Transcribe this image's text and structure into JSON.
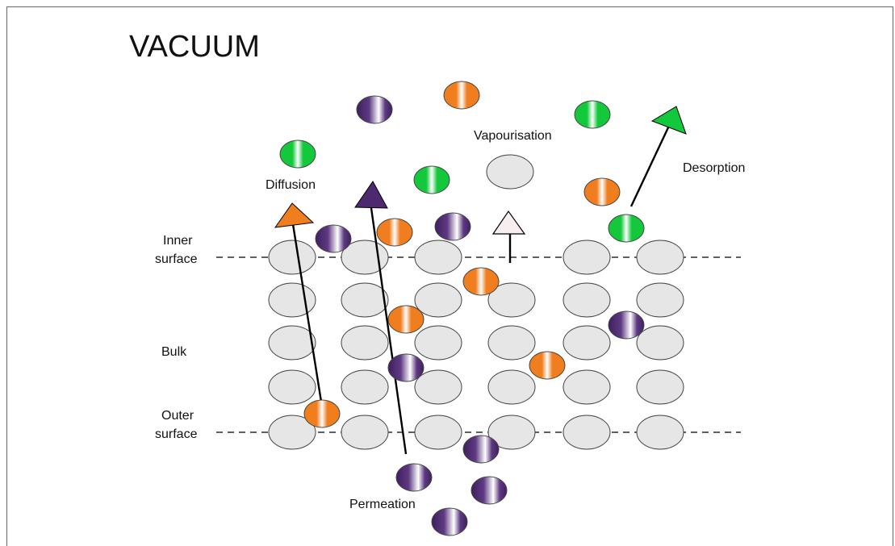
{
  "title": "VACUUM",
  "labels": {
    "inner_surface_line1": "Inner",
    "inner_surface_line2": "surface",
    "bulk": "Bulk",
    "outer_surface_line1": "Outer",
    "outer_surface_line2": "surface",
    "diffusion": "Diffusion",
    "vapourisation": "Vapourisation",
    "desorption": "Desorption",
    "permeation": "Permeation"
  },
  "colors": {
    "host": "#e6e6e6",
    "orange": "#f07d1e",
    "green": "#14c83c",
    "purple": "#4d2a6e",
    "vapour_arrow": "#f8eef0",
    "line": "#000000"
  }
}
